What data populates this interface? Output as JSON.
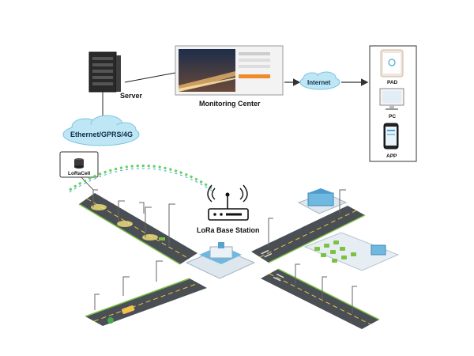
{
  "labels": {
    "server": "Server",
    "monitoring_center": "Monitoring Center",
    "internet": "Internet",
    "ethernet_cloud": "Ethernet/GPRS/4G",
    "loracell": "LoRaCell",
    "base_station": "LoRa Base Station",
    "devices": {
      "pad": "PAD",
      "pc": "PC",
      "app": "APP"
    }
  },
  "colors": {
    "cloud_fill": "#bfe6f5",
    "cloud_stroke": "#7cc6e4",
    "road": "#4a4f55",
    "lane_line": "#e9c73a",
    "grass": "#7dc142",
    "link_arc": "#5fd15f",
    "arrow": "#333333"
  },
  "icons": {
    "server": "server-rack-icon",
    "monitor": "monitoring-screen-icon",
    "pad": "tablet-icon",
    "pc": "desktop-icon",
    "app": "smartphone-icon",
    "loracell": "loracell-device-icon",
    "base_station": "router-antenna-icon"
  }
}
